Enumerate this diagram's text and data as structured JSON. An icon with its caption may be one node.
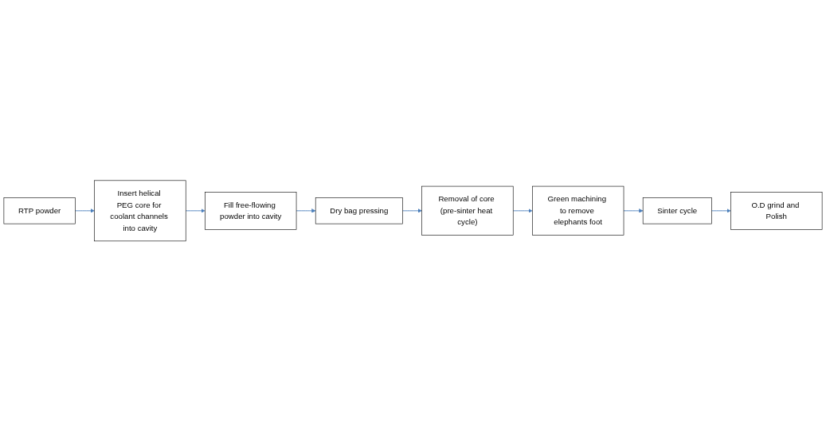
{
  "diagram": {
    "nodes": [
      {
        "text": [
          "RTP powder"
        ]
      },
      {
        "text": [
          "Insert helical PEG core for coolant channels into cavity"
        ]
      },
      {
        "text": [
          "Fill free-flowing powder into cavity"
        ]
      },
      {
        "text": [
          "Dry bag pressing"
        ]
      },
      {
        "text": [
          "Removal of core (pre-sinter heat cycle)"
        ]
      },
      {
        "text": [
          "Green machining to remove elephants foot"
        ]
      },
      {
        "text": [
          "Sinter cycle"
        ]
      },
      {
        "text": [
          "O.D grind and Polish"
        ]
      }
    ],
    "edges": [
      {
        "from": 0,
        "to": 1,
        "arrow": "to"
      },
      {
        "from": 1,
        "to": 2,
        "arrow": "to"
      },
      {
        "from": 2,
        "to": 3,
        "arrow": "to"
      },
      {
        "from": 3,
        "to": 4,
        "arrow": "to"
      },
      {
        "from": 4,
        "to": 5,
        "arrow": "to"
      },
      {
        "from": 5,
        "to": 6,
        "arrow": "to"
      },
      {
        "from": 6,
        "to": 7,
        "arrow": "to"
      }
    ]
  }
}
